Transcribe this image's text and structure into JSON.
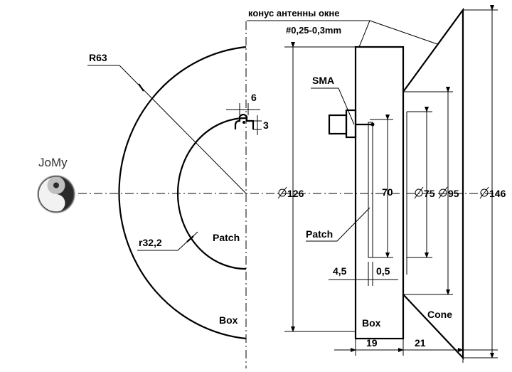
{
  "logo": {
    "text": "JoMy",
    "icon": "yin-yang-icon"
  },
  "labels": {
    "radius_outer": "R63",
    "radius_inner": "r32,2",
    "patch_front": "Patch",
    "box_front": "Box",
    "dim_6": "6",
    "dim_3": "3",
    "cone_note": "конус антенны окне",
    "thickness": "#0,25-0,3mm",
    "connector": "SMA",
    "dia_126": "126",
    "dim_70": "70",
    "dia_75": "75",
    "dia_95": "95",
    "dia_146": "146",
    "patch_side": "Patch",
    "dim_4_5": "4,5",
    "dim_0_5": "0,5",
    "box_side": "Box",
    "cone": "Cone",
    "dim_19": "19",
    "dim_21": "21"
  }
}
